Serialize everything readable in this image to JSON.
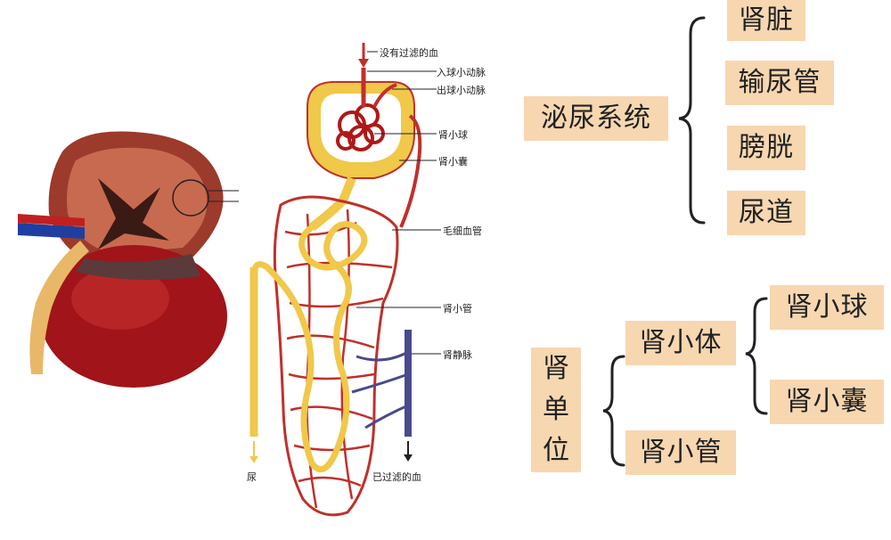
{
  "labels": {
    "unfiltered_blood": "没有过滤的血",
    "afferent_arteriole": "入球小动脉",
    "efferent_arteriole": "出球小动脉",
    "glomerulus": "肾小球",
    "bowmans_capsule": "肾小囊",
    "capillaries": "毛细血管",
    "tubule": "肾小管",
    "renal_vein": "肾静脉",
    "urine": "尿",
    "filtered_blood": "已过滤的血"
  },
  "urinary_system": {
    "title": "泌尿系统",
    "items": [
      "肾脏",
      "输尿管",
      "膀胱",
      "尿道"
    ]
  },
  "nephron": {
    "title_chars": [
      "肾",
      "单",
      "位"
    ],
    "corpuscle": "肾小体",
    "corpuscle_parts": [
      "肾小球",
      "肾小囊"
    ],
    "tubule": "肾小管"
  },
  "colors": {
    "box_fill": "#f7d7b0",
    "artery_red": "#c0302a",
    "tubule_yellow": "#f0c84a",
    "vein_blue": "#4a4a8c"
  }
}
